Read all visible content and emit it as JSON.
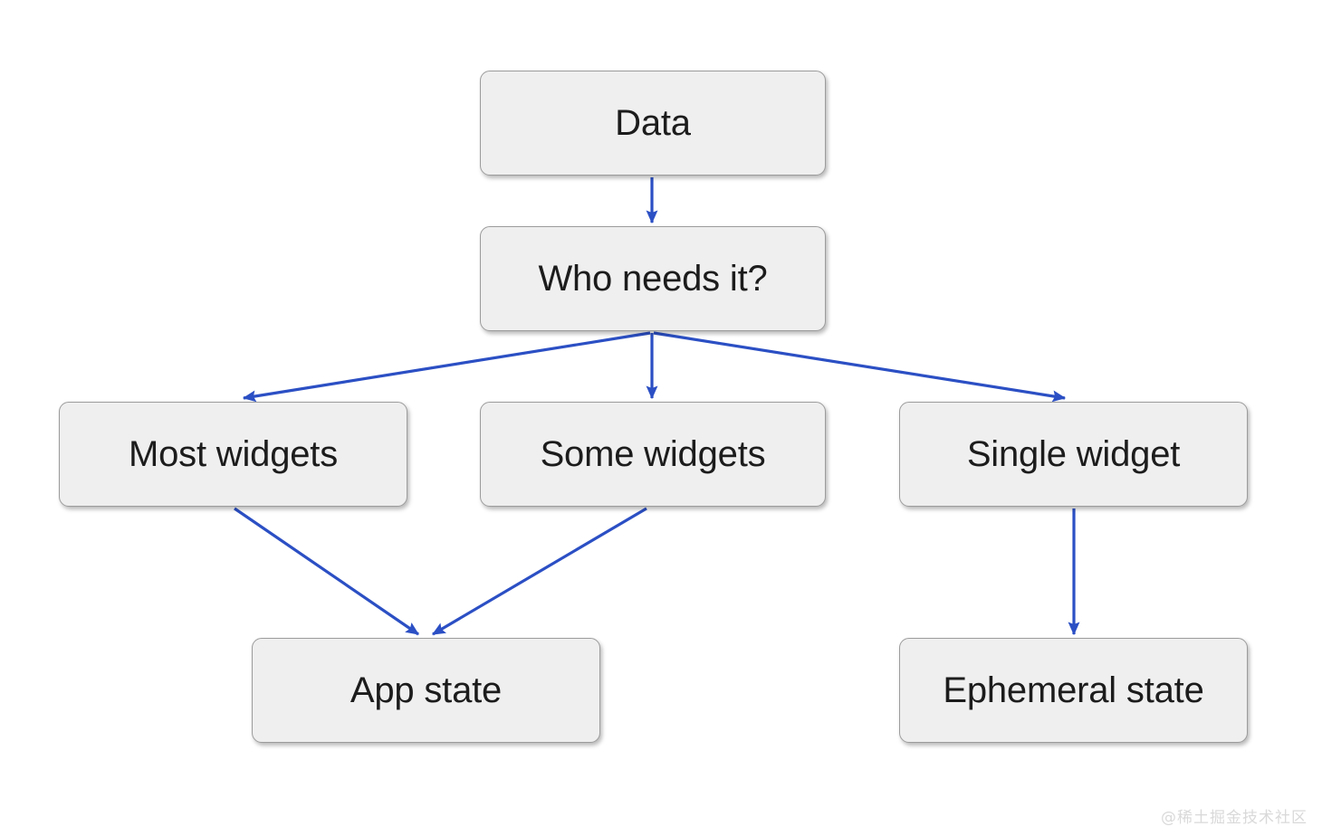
{
  "diagram": {
    "title": "Flutter state management decision flowchart",
    "type": "flowchart",
    "background_color": "#ffffff",
    "node_fill": "#efefef",
    "node_border": "#9c9c9c",
    "node_text_color": "#1c1c1c",
    "edge_color": "#2b4fc4",
    "nodes": [
      {
        "id": "data",
        "label": "Data"
      },
      {
        "id": "who-needs-it",
        "label": "Who needs it?"
      },
      {
        "id": "most-widgets",
        "label": "Most widgets"
      },
      {
        "id": "some-widgets",
        "label": "Some widgets"
      },
      {
        "id": "single-widget",
        "label": "Single widget"
      },
      {
        "id": "app-state",
        "label": "App state"
      },
      {
        "id": "ephemeral-state",
        "label": "Ephemeral state"
      }
    ],
    "edges": [
      {
        "from": "data",
        "to": "who-needs-it",
        "shape": "straight-down"
      },
      {
        "from": "who-needs-it",
        "to": "most-widgets",
        "shape": "diagonal-left"
      },
      {
        "from": "who-needs-it",
        "to": "some-widgets",
        "shape": "straight-down"
      },
      {
        "from": "who-needs-it",
        "to": "single-widget",
        "shape": "diagonal-right"
      },
      {
        "from": "most-widgets",
        "to": "app-state",
        "shape": "diagonal-right"
      },
      {
        "from": "some-widgets",
        "to": "app-state",
        "shape": "diagonal-left"
      },
      {
        "from": "single-widget",
        "to": "ephemeral-state",
        "shape": "straight-down"
      }
    ]
  },
  "watermark": {
    "text": "@稀土掘金技术社区"
  }
}
